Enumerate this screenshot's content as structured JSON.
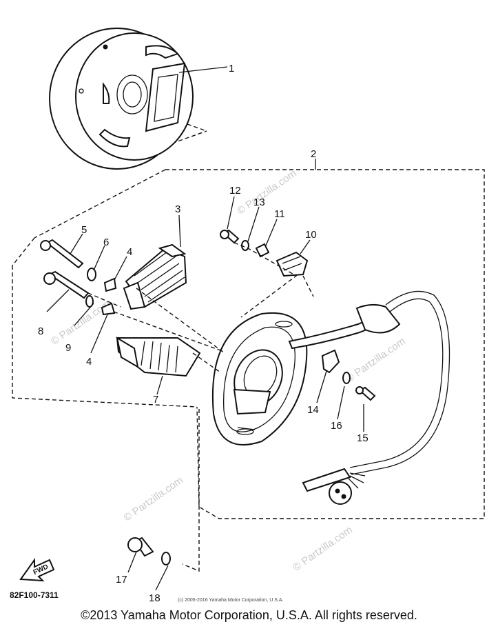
{
  "watermark_text": "© Partzilla.com",
  "callouts": [
    "1",
    "2",
    "3",
    "4",
    "4",
    "5",
    "6",
    "7",
    "8",
    "9",
    "10",
    "11",
    "12",
    "13",
    "14",
    "15",
    "16",
    "17",
    "18"
  ],
  "diagram_code": "82F100-7311",
  "fwd_label": "FWD",
  "small_copyright": "(c) 2005-2016 Yamaha Motor Corporation, U.S.A.",
  "footer_copyright": "©2013 Yamaha Motor Corporation, U.S.A. All rights reserved."
}
